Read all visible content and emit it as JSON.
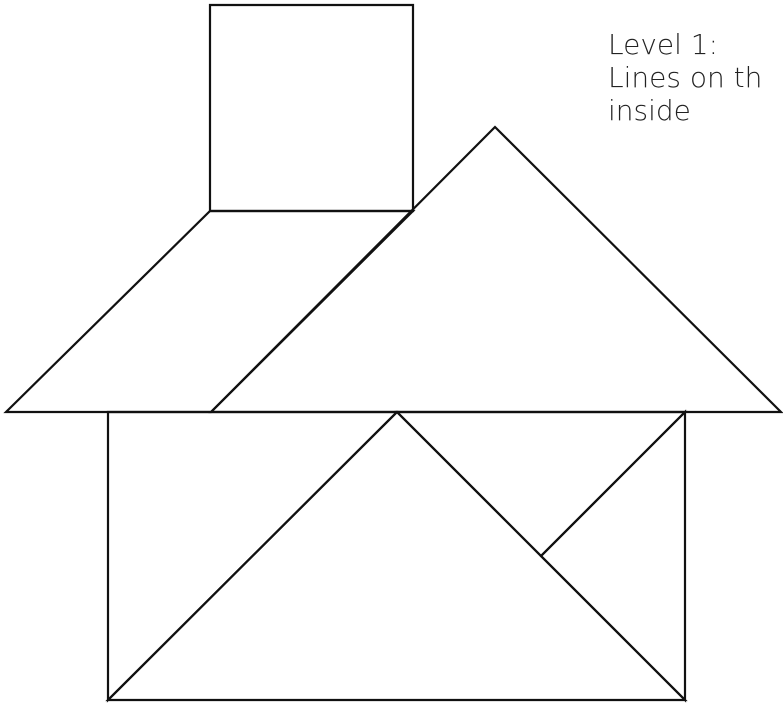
{
  "caption": {
    "level": "Level 1:",
    "line2": "Lines on th",
    "line3": "inside"
  },
  "colors": {
    "outline": "#111111",
    "text": "#222222",
    "background": "#ffffff"
  }
}
